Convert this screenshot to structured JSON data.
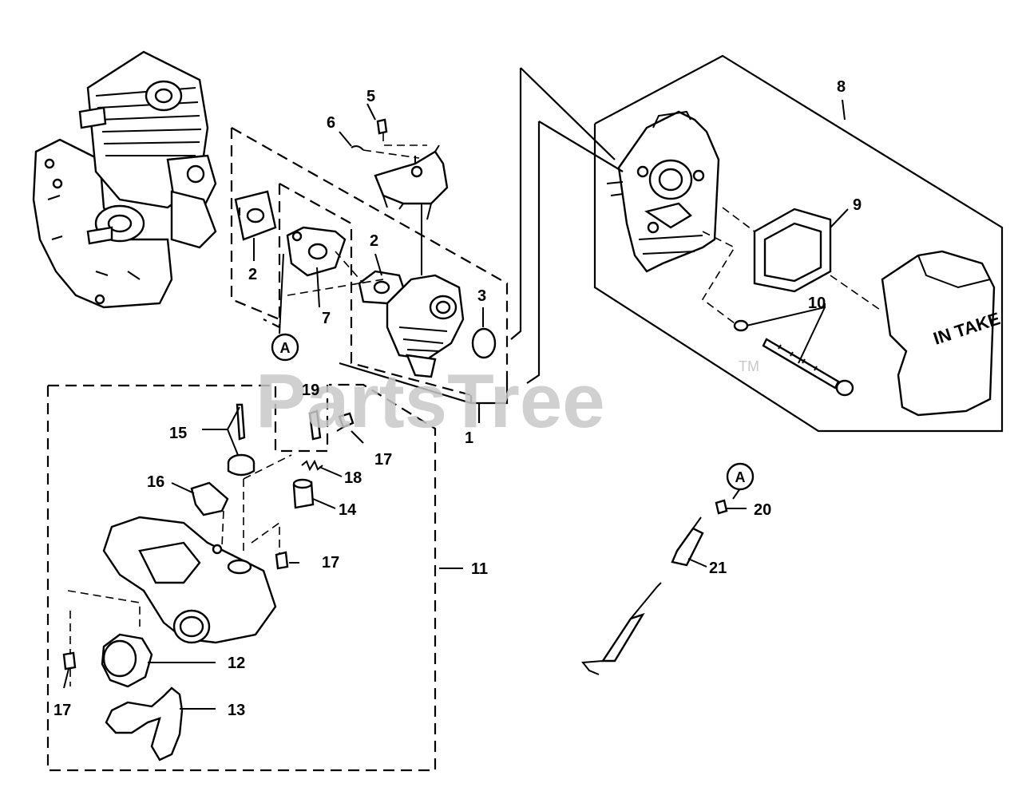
{
  "watermark": {
    "brand": "PartsTree",
    "trademark": "TM"
  },
  "intake_text": "IN TAKE",
  "callout_letter": "A",
  "callouts": {
    "p1": "1",
    "p2a": "2",
    "p2b": "2",
    "p3": "3",
    "p5": "5",
    "p6": "6",
    "p7": "7",
    "p8": "8",
    "p9": "9",
    "p10": "10",
    "p11": "11",
    "p12": "12",
    "p13": "13",
    "p14": "14",
    "p15": "15",
    "p16": "16",
    "p17a": "17",
    "p17b": "17",
    "p17c": "17",
    "p18": "18",
    "p19": "19",
    "p20": "20",
    "p21": "21"
  }
}
